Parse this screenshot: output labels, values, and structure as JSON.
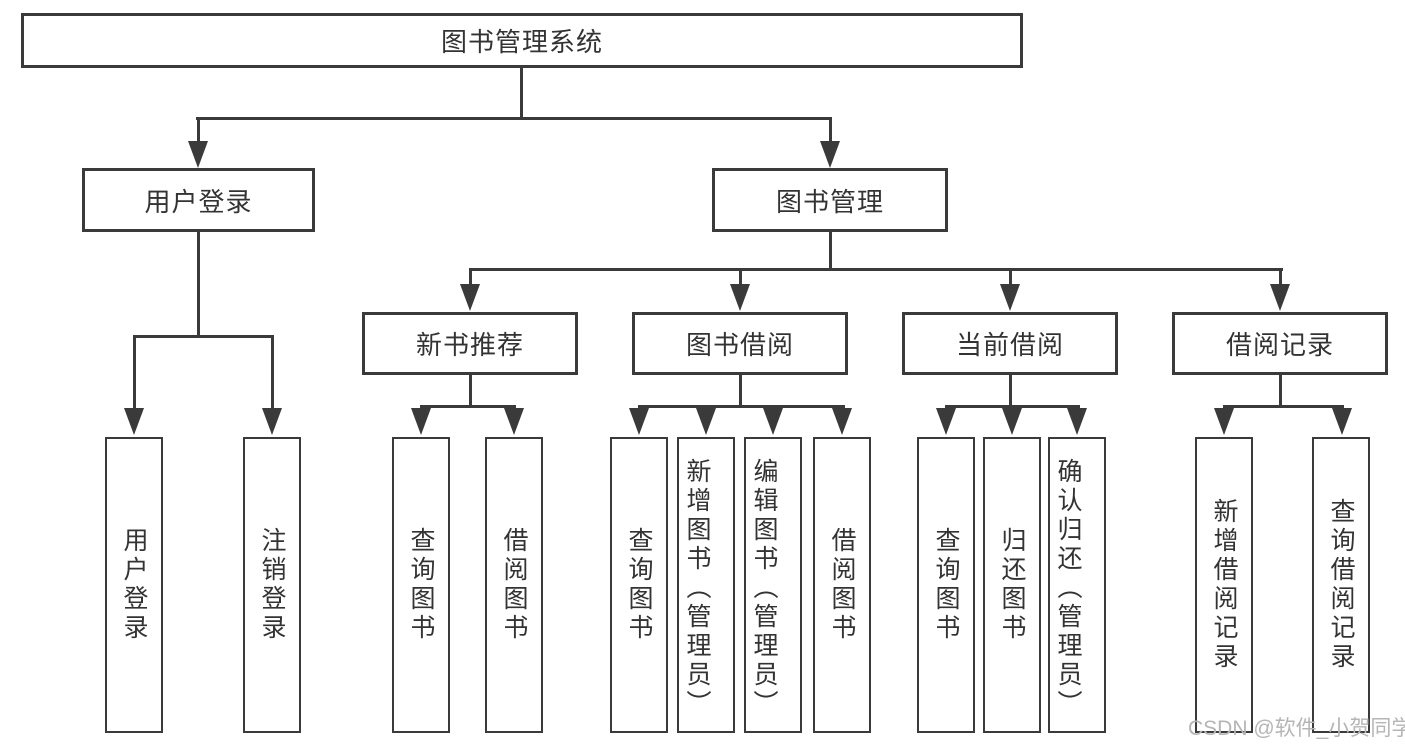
{
  "diagram": {
    "title": "图书管理系统",
    "level2": {
      "user_login": "用户登录",
      "book_management": "图书管理"
    },
    "level3": {
      "new_books": "新书推荐",
      "borrowing": "图书借阅",
      "current": "当前借阅",
      "records": "借阅记录"
    },
    "leaves": {
      "user_login": [
        "用户登录",
        "注销登录"
      ],
      "new_books": [
        "查询图书",
        "借阅图书"
      ],
      "borrowing": [
        "查询图书",
        "新增图书（管理员）",
        "编辑图书（管理员）",
        "借阅图书"
      ],
      "current": [
        "查询图书",
        "归还图书",
        "确认归还（管理员）"
      ],
      "records": [
        "新增借阅记录",
        "查询借阅记录"
      ]
    },
    "watermark": "CSDN @软件_小贺同学",
    "colors": {
      "line": "#3a3a3a",
      "text": "#333333",
      "watermark": "#b5b5b5",
      "background": "#ffffff"
    }
  }
}
